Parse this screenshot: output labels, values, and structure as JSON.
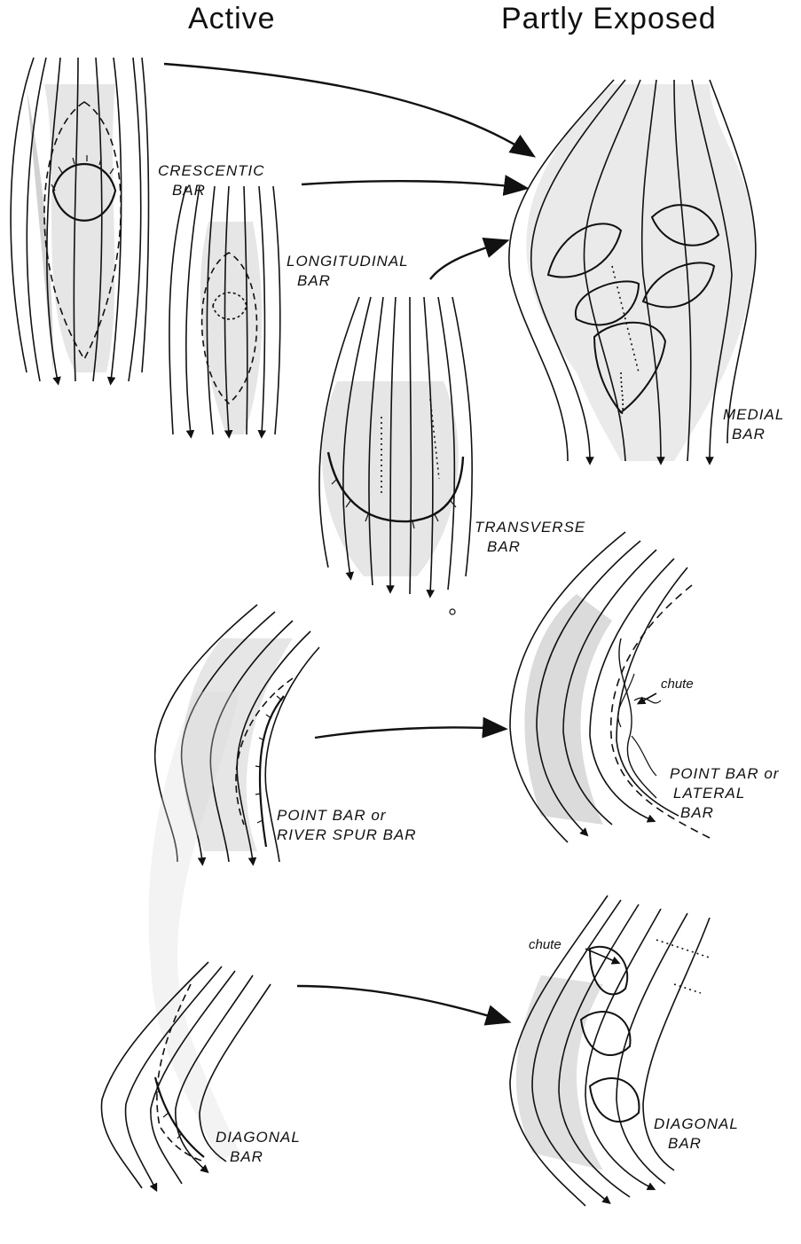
{
  "headers": {
    "active": "Active",
    "partly_exposed": "Partly Exposed"
  },
  "labels": {
    "crescentic": [
      "CRESCENTIC",
      "BAR"
    ],
    "longitudinal": [
      "LONGITUDINAL",
      "BAR"
    ],
    "transverse": [
      "TRANSVERSE",
      "BAR"
    ],
    "medial": [
      "MEDIAL",
      "BAR"
    ],
    "point_active": [
      "POINT BAR or",
      "RIVER SPUR BAR"
    ],
    "point_exposed": [
      "POINT BAR or",
      "LATERAL",
      "BAR"
    ],
    "diagonal_active": [
      "DIAGONAL",
      "BAR"
    ],
    "diagonal_exposed": [
      "DIAGONAL",
      "BAR"
    ],
    "chute_1": "chute",
    "chute_2": "chute"
  },
  "colors": {
    "ink": "#111111",
    "shade": "#c8c8c8"
  }
}
